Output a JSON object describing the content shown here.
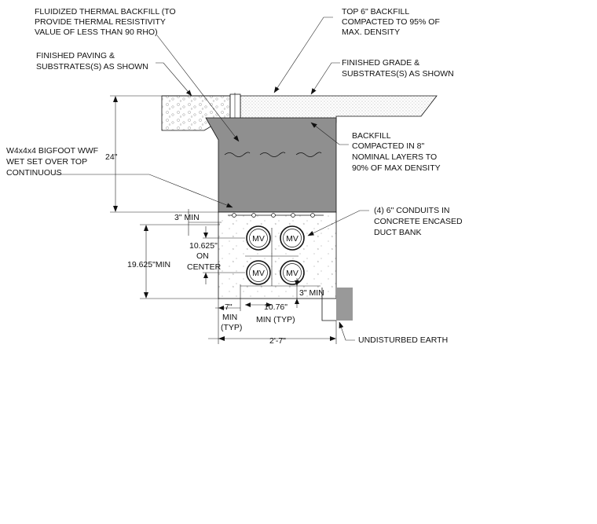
{
  "labels": {
    "fluidized_1": "FLUIDIZED THERMAL BACKFILL (TO",
    "fluidized_2": "PROVIDE THERMAL RESISTIVITY",
    "fluidized_3": "VALUE OF LESS THAN 90 RHO)",
    "top6_1": "TOP 6\" BACKFILL",
    "top6_2": "COMPACTED TO 95% OF",
    "top6_3": "MAX.        DENSITY",
    "paving_1": "FINISHED PAVING &",
    "paving_2": "SUBSTRATES(S) AS SHOWN",
    "grade_1": "FINISHED GRADE &",
    "grade_2": "SUBSTRATES(S) AS SHOWN",
    "backfill_1": "BACKFILL",
    "backfill_2": "COMPACTED IN 8\"",
    "backfill_3": "NOMINAL LAYERS TO",
    "backfill_4": "90% OF MAX DENSITY",
    "wwf_1": "W4x4x4 BIGFOOT WWF",
    "wwf_2": "WET SET OVER TOP",
    "wwf_3": "CONTINUOUS",
    "conduits_1": "(4) 6\" CONDUITS IN",
    "conduits_2": "CONCRETE ENCASED",
    "conduits_3": "DUCT BANK",
    "earth": "UNDISTURBED EARTH"
  },
  "dimensions": {
    "depth": "24\"",
    "top_cover": "3\" MIN",
    "spacing_1": "10.625\"",
    "spacing_2": "ON",
    "spacing_3": "CENTER",
    "height": "19.625\"MIN",
    "bottom_cover": "3\" MIN",
    "side_1": "7\"",
    "side_2": "MIN",
    "side_3": "(TYP)",
    "between_1": "10.76\"",
    "between_2": "MIN (TYP)",
    "width": "2'-7\""
  },
  "conduits": [
    {
      "label": "MV"
    },
    {
      "label": "MV"
    },
    {
      "label": "MV"
    },
    {
      "label": "MV"
    }
  ],
  "colors": {
    "backfill": "#8f8f8f",
    "earth": "#999999",
    "line": "#111111"
  }
}
